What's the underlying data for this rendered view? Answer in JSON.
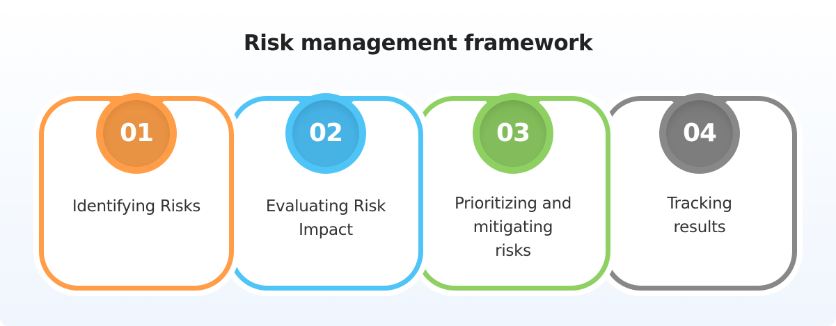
{
  "title": "Risk management framework",
  "colors": {
    "background_top": "#ffffff",
    "background_bottom": "#f0f6fe",
    "title_text": "#222222",
    "body_text": "#333333"
  },
  "steps": [
    {
      "number": "01",
      "label_lines": [
        "Identifying Risks"
      ],
      "label": "Identifying Risks",
      "accent_color": "#ff9d48"
    },
    {
      "number": "02",
      "label_lines": [
        "Evaluating Risk",
        "Impact"
      ],
      "label": "Evaluating Risk Impact",
      "accent_color": "#4fc4f7"
    },
    {
      "number": "03",
      "label_lines": [
        "Prioritizing and",
        "mitigating",
        "risks"
      ],
      "label": "Prioritizing and mitigating risks",
      "accent_color": "#8fd063"
    },
    {
      "number": "04",
      "label_lines": [
        "Tracking",
        "results"
      ],
      "label": "Tracking results",
      "accent_color": "#888888"
    }
  ]
}
